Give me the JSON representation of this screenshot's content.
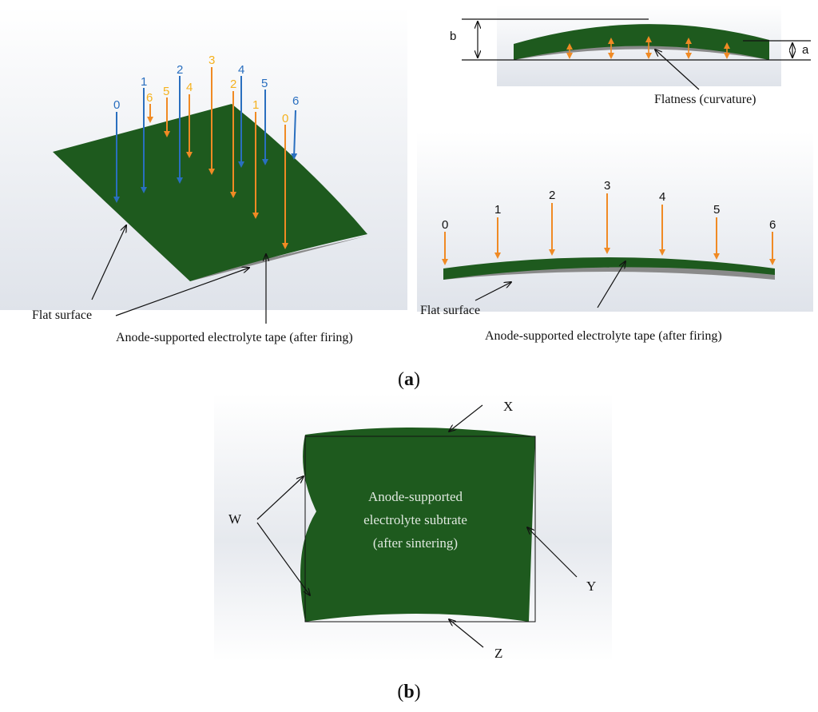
{
  "colors": {
    "tape_green": "#1e5a1e",
    "tape_gray": "#8a8a8a",
    "arrow_blue": "#2a6fbf",
    "arrow_orange": "#f08a24",
    "label_orange": "#f5b21f",
    "line": "#111111"
  },
  "panel_a": {
    "caption_prefix": "(",
    "caption_letter": "a",
    "caption_suffix": ")",
    "perspective": {
      "labels": {
        "flat_surface": "Flat surface",
        "tape": "Anode-supported electrolyte tape (after firing)"
      },
      "blue_arrow_labels": [
        "0",
        "1",
        "2",
        "4",
        "5",
        "6"
      ],
      "orange_arrow_labels": [
        "6",
        "5",
        "4",
        "3",
        "2",
        "1",
        "0"
      ]
    },
    "cross_section": {
      "dim_b": "b",
      "dim_a": "a",
      "flatness_label": "Flatness (curvature)"
    },
    "side_view": {
      "arrow_labels": [
        "0",
        "1",
        "2",
        "3",
        "4",
        "5",
        "6"
      ],
      "flat_surface": "Flat surface",
      "tape": "Anode-supported electrolyte tape (after firing)"
    }
  },
  "panel_b": {
    "caption_prefix": "(",
    "caption_letter": "b",
    "caption_suffix": ")",
    "substrate_line1": "Anode-supported",
    "substrate_line2": "electrolyte subtrate",
    "substrate_line3": "(after sintering)",
    "labels": {
      "x": "X",
      "y": "Y",
      "z": "Z",
      "w": "W"
    }
  }
}
